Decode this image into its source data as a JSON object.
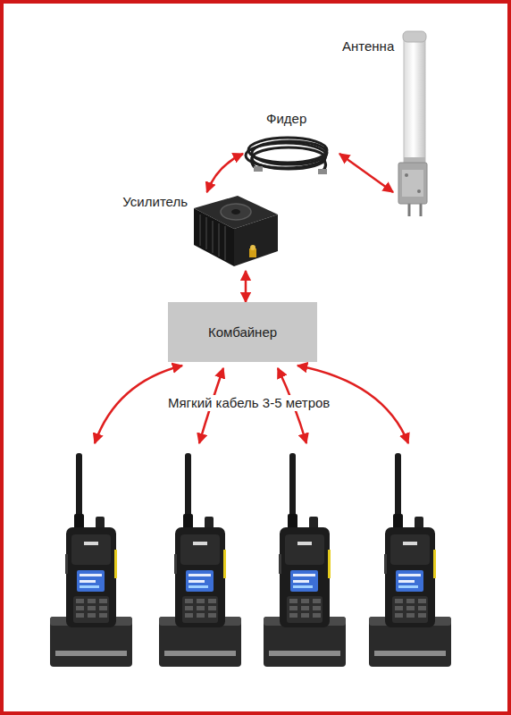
{
  "diagram": {
    "nodes": [
      {
        "text": [
          "Антенна"
        ]
      },
      {
        "text": [
          "Фидер"
        ]
      },
      {
        "text": [
          "Усилитель"
        ]
      },
      {
        "text": [
          "Комбайнер"
        ]
      }
    ],
    "edges": [
      {
        "from": 1,
        "to": 0,
        "arrow": "both"
      },
      {
        "from": 1,
        "to": 2,
        "arrow": "both"
      },
      {
        "from": 2,
        "to": 3,
        "arrow": "both"
      }
    ],
    "labels": [
      "Мягкий кабель 3-5 метров"
    ]
  }
}
